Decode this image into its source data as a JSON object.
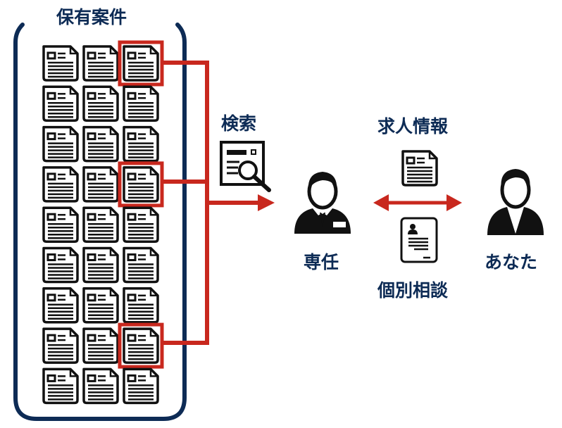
{
  "labels": {
    "holdings": "保有案件",
    "search": "検索",
    "job_info": "求人情報",
    "consultant": "専任",
    "you": "あなた",
    "consultation": "個別相談"
  },
  "grid": {
    "rows": 9,
    "cols": 3,
    "highlighted": [
      [
        0,
        2
      ],
      [
        3,
        2
      ],
      [
        7,
        2
      ]
    ]
  },
  "colors": {
    "navy": "#0d2b55",
    "red": "#c8281e",
    "black": "#111111"
  },
  "icons": {
    "document": "document-icon",
    "search": "search-document-icon",
    "consultant": "consultant-person-icon",
    "user": "user-person-icon",
    "resume": "resume-icon",
    "arrow": "double-arrow-icon"
  }
}
